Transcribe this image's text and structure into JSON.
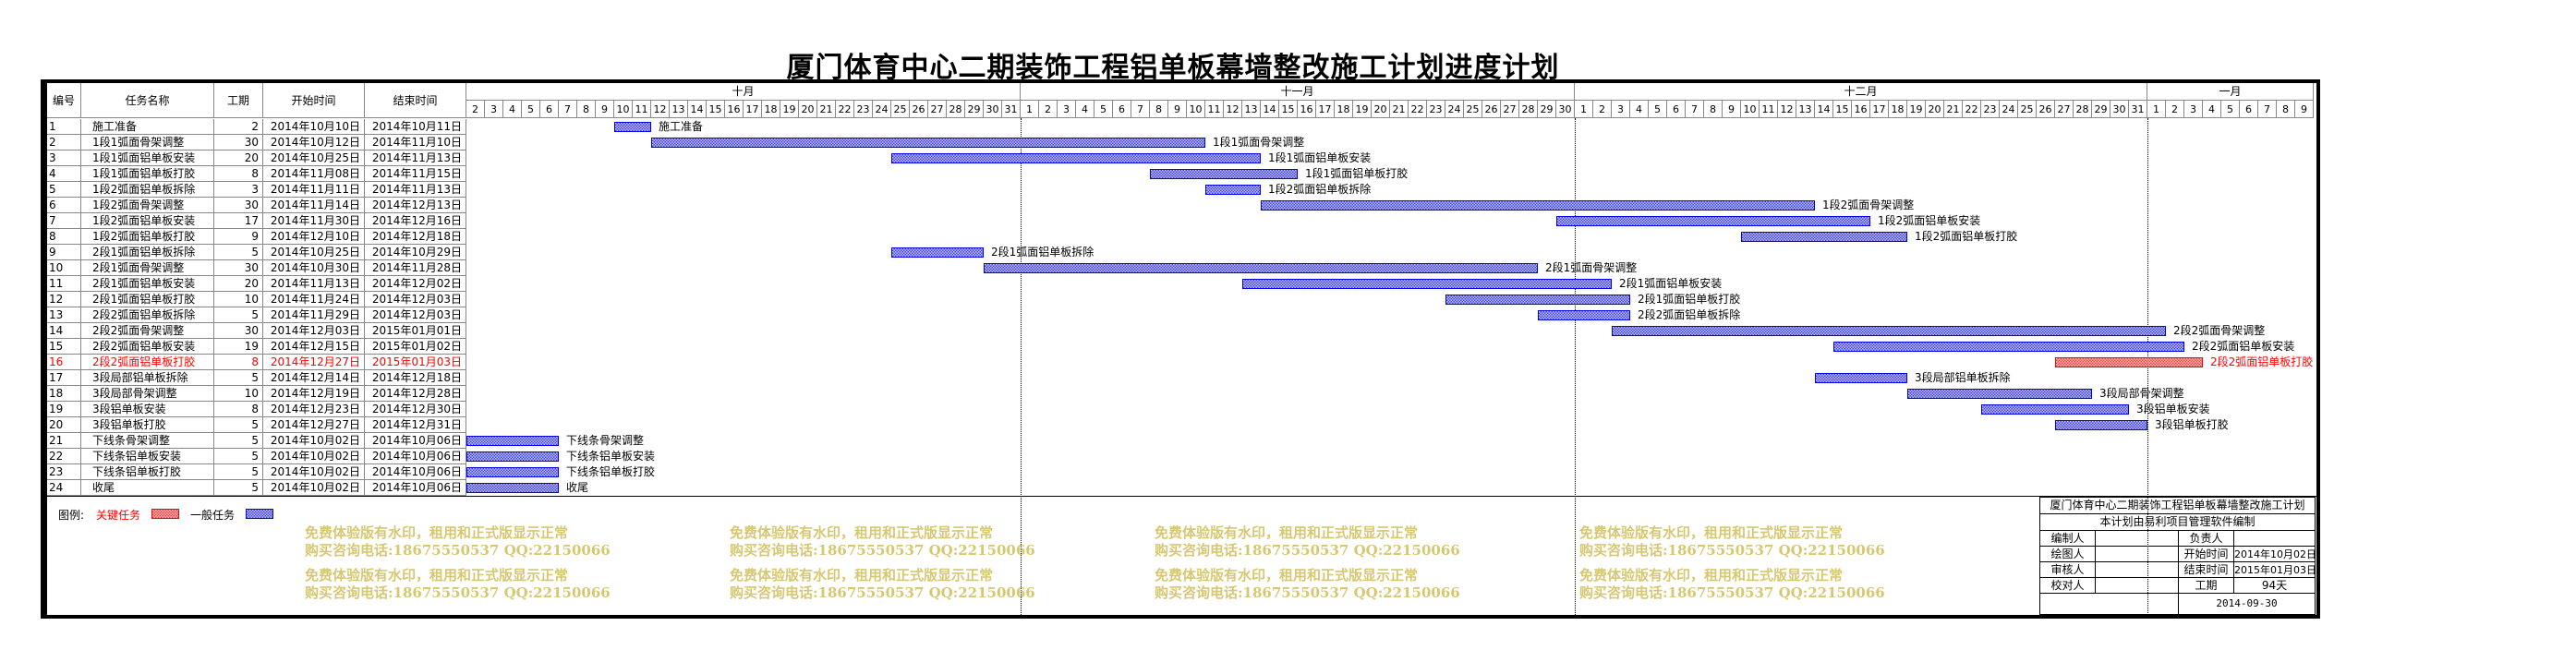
{
  "title": "厦门体育中心二期装饰工程铝单板幕墙整改施工计划进度计划",
  "columns": {
    "id": "编号",
    "name": "任务名称",
    "duration": "工期",
    "start": "开始时间",
    "end": "结束时间"
  },
  "months": [
    {
      "label": "十月",
      "days": [
        2,
        3,
        4,
        5,
        6,
        7,
        8,
        9,
        10,
        11,
        12,
        13,
        14,
        15,
        16,
        17,
        18,
        19,
        20,
        21,
        22,
        23,
        24,
        25,
        26,
        27,
        28,
        29,
        30,
        31
      ]
    },
    {
      "label": "十一月",
      "days": [
        1,
        2,
        3,
        4,
        5,
        6,
        7,
        8,
        9,
        10,
        11,
        12,
        13,
        14,
        15,
        16,
        17,
        18,
        19,
        20,
        21,
        22,
        23,
        24,
        25,
        26,
        27,
        28,
        29,
        30
      ]
    },
    {
      "label": "十二月",
      "days": [
        1,
        2,
        3,
        4,
        5,
        6,
        7,
        8,
        9,
        10,
        11,
        12,
        13,
        14,
        15,
        16,
        17,
        18,
        19,
        20,
        21,
        22,
        23,
        24,
        25,
        26,
        27,
        28,
        29,
        30,
        31
      ]
    },
    {
      "label": "一月",
      "days": [
        1,
        2,
        3,
        4,
        5,
        6,
        7,
        8,
        9
      ]
    }
  ],
  "chart_data": {
    "type": "bar",
    "subtype": "gantt",
    "title": "厦门体育中心二期装饰工程铝单板幕墙整改施工计划进度计划",
    "x_range": [
      "2014-10-02",
      "2015-01-09"
    ],
    "tasks": [
      {
        "id": "1",
        "name": "施工准备",
        "duration": "2",
        "start": "2014年10月10日",
        "end": "2014年10月11日",
        "critical": false
      },
      {
        "id": "2",
        "name": "1段1弧面骨架调整",
        "duration": "30",
        "start": "2014年10月12日",
        "end": "2014年11月10日",
        "critical": false
      },
      {
        "id": "3",
        "name": "1段1弧面铝单板安装",
        "duration": "20",
        "start": "2014年10月25日",
        "end": "2014年11月13日",
        "critical": false
      },
      {
        "id": "4",
        "name": "1段1弧面铝单板打胶",
        "duration": "8",
        "start": "2014年11月08日",
        "end": "2014年11月15日",
        "critical": false
      },
      {
        "id": "5",
        "name": "1段2弧面铝单板拆除",
        "duration": "3",
        "start": "2014年11月11日",
        "end": "2014年11月13日",
        "critical": false
      },
      {
        "id": "6",
        "name": "1段2弧面骨架调整",
        "duration": "30",
        "start": "2014年11月14日",
        "end": "2014年12月13日",
        "critical": false
      },
      {
        "id": "7",
        "name": "1段2弧面铝单板安装",
        "duration": "17",
        "start": "2014年11月30日",
        "end": "2014年12月16日",
        "critical": false
      },
      {
        "id": "8",
        "name": "1段2弧面铝单板打胶",
        "duration": "9",
        "start": "2014年12月10日",
        "end": "2014年12月18日",
        "critical": false
      },
      {
        "id": "9",
        "name": "2段1弧面铝单板拆除",
        "duration": "5",
        "start": "2014年10月25日",
        "end": "2014年10月29日",
        "critical": false
      },
      {
        "id": "10",
        "name": "2段1弧面骨架调整",
        "duration": "30",
        "start": "2014年10月30日",
        "end": "2014年11月28日",
        "critical": false
      },
      {
        "id": "11",
        "name": "2段1弧面铝单板安装",
        "duration": "20",
        "start": "2014年11月13日",
        "end": "2014年12月02日",
        "critical": false
      },
      {
        "id": "12",
        "name": "2段1弧面铝单板打胶",
        "duration": "10",
        "start": "2014年11月24日",
        "end": "2014年12月03日",
        "critical": false
      },
      {
        "id": "13",
        "name": "2段2弧面铝单板拆除",
        "duration": "5",
        "start": "2014年11月29日",
        "end": "2014年12月03日",
        "critical": false
      },
      {
        "id": "14",
        "name": "2段2弧面骨架调整",
        "duration": "30",
        "start": "2014年12月03日",
        "end": "2015年01月01日",
        "critical": false
      },
      {
        "id": "15",
        "name": "2段2弧面铝单板安装",
        "duration": "19",
        "start": "2014年12月15日",
        "end": "2015年01月02日",
        "critical": false
      },
      {
        "id": "16",
        "name": "2段2弧面铝单板打胶",
        "duration": "8",
        "start": "2014年12月27日",
        "end": "2015年01月03日",
        "critical": true
      },
      {
        "id": "17",
        "name": "3段局部铝单板拆除",
        "duration": "5",
        "start": "2014年12月14日",
        "end": "2014年12月18日",
        "critical": false
      },
      {
        "id": "18",
        "name": "3段局部骨架调整",
        "duration": "10",
        "start": "2014年12月19日",
        "end": "2014年12月28日",
        "critical": false
      },
      {
        "id": "19",
        "name": "3段铝单板安装",
        "duration": "8",
        "start": "2014年12月23日",
        "end": "2014年12月30日",
        "critical": false
      },
      {
        "id": "20",
        "name": "3段铝单板打胶",
        "duration": "5",
        "start": "2014年12月27日",
        "end": "2014年12月31日",
        "critical": false
      },
      {
        "id": "21",
        "name": "下线条骨架调整",
        "duration": "5",
        "start": "2014年10月02日",
        "end": "2014年10月06日",
        "critical": false
      },
      {
        "id": "22",
        "name": "下线条铝单板安装",
        "duration": "5",
        "start": "2014年10月02日",
        "end": "2014年10月06日",
        "critical": false
      },
      {
        "id": "23",
        "name": "下线条铝单板打胶",
        "duration": "5",
        "start": "2014年10月02日",
        "end": "2014年10月06日",
        "critical": false
      },
      {
        "id": "24",
        "name": "收尾",
        "duration": "5",
        "start": "2014年10月02日",
        "end": "2014年10月06日",
        "critical": false
      }
    ]
  },
  "legend": {
    "label": "图例:",
    "critical": "关键任务",
    "normal": "一般任务",
    "critical_color": "#ff0000",
    "normal_color": "#0000ee"
  },
  "watermark": {
    "line1": "免费体验版有水印，租用和正式版显示正常",
    "line2": "购买咨询电话:18675550537 QQ:22150066",
    "color": "#d6c872"
  },
  "footer": {
    "project": "厦门体育中心二期装饰工程铝单板幕墙整改施工计划",
    "software": "本计划由易利项目管理软件编制",
    "compiler_label": "编制人",
    "owner_label": "负责人",
    "drawer_label": "绘图人",
    "start_label": "开始时间",
    "start_value": "2014年10月02日",
    "reviewer_label": "审核人",
    "end_label": "结束时间",
    "end_value": "2015年01月03日",
    "checker_label": "校对人",
    "duration_label": "工期",
    "duration_value": "94天",
    "date": "2014-09-30"
  }
}
